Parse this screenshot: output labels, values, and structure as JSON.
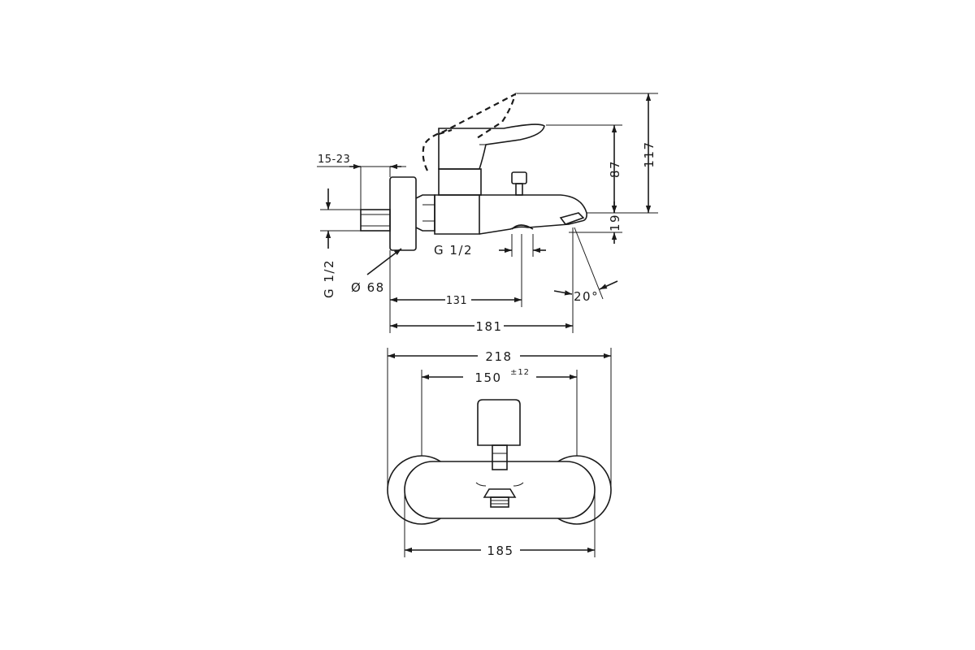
{
  "dimensions": {
    "height_total": "117",
    "height_lever": "87",
    "height_spout": "19",
    "wall_offset": "15-23",
    "thread_outlet": "G 1/2",
    "thread_inlet": "G 1/2",
    "rosette_diameter": "Ø 68",
    "outlet_depth": "131",
    "spout_depth": "181",
    "spray_angle": "20°",
    "overall_width": "218",
    "centres": "150",
    "centres_tolerance": "±12",
    "body_width": "185"
  },
  "colors": {
    "line": "#1a1a1a",
    "background": "#ffffff"
  }
}
